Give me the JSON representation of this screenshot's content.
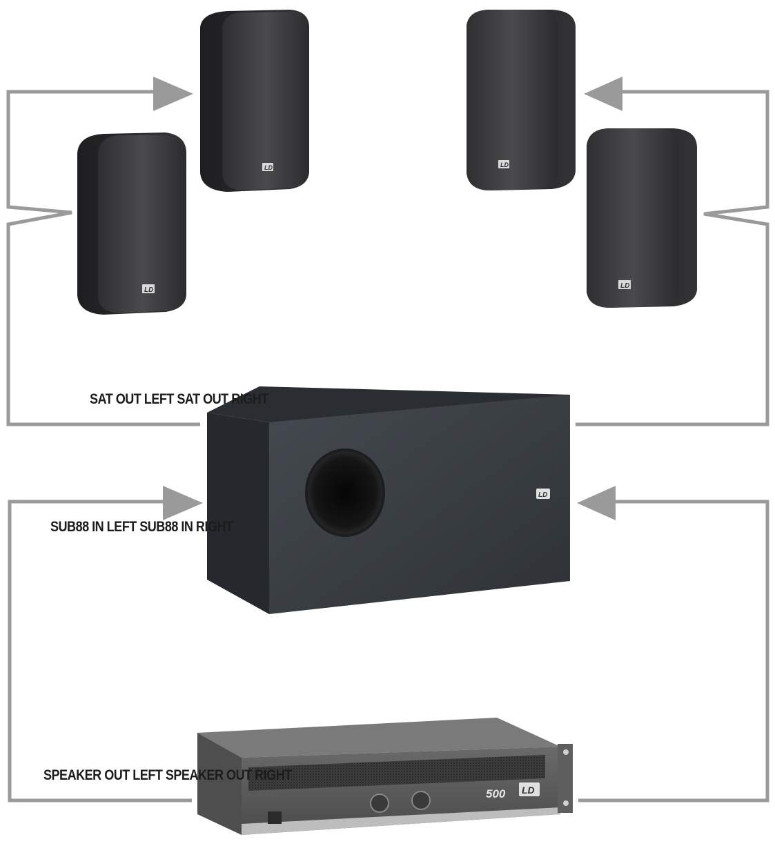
{
  "labels": {
    "sat_out": "SAT OUT LEFT SAT OUT RIGHT",
    "sub_in": "SUB88 IN LEFT SUB88 IN RIGHT",
    "speaker_out": "SPEAKER OUT LEFT SPEAKER OUT RIGHT"
  },
  "badges": {
    "brand": "LD",
    "amp_model": "500"
  },
  "colors": {
    "wire": "#9a9a9a",
    "speaker_body": "#3a3a3c",
    "sub_body": "#3c4045",
    "amp_body": "#5a5a5a"
  }
}
